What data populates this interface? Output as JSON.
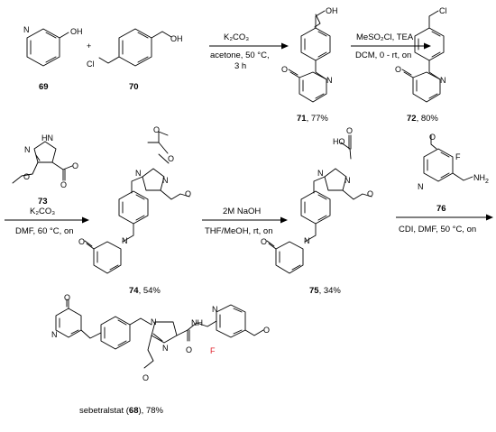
{
  "atoms": {
    "O": "O",
    "OH": "OH",
    "N": "N",
    "Cl": "Cl",
    "HN": "HN",
    "NH": "NH",
    "NH2": "NH",
    "NH2_sub": "2",
    "F": "F",
    "plus": "+",
    "HO": "HO"
  },
  "compounds": [
    {
      "id": "69",
      "number": "69",
      "yield": ""
    },
    {
      "id": "70",
      "number": "70",
      "yield": ""
    },
    {
      "id": "71",
      "number": "71",
      "yield": ", 77%"
    },
    {
      "id": "72",
      "number": "72",
      "yield": ", 80%"
    },
    {
      "id": "73",
      "number": "73",
      "yield": ""
    },
    {
      "id": "74",
      "number": "74",
      "yield": ", 54%"
    },
    {
      "id": "75",
      "number": "75",
      "yield": ", 34%"
    },
    {
      "id": "76",
      "number": "76",
      "yield": ""
    }
  ],
  "product": {
    "name": "sebetralstat (",
    "number": "68",
    "suffix": "), 78%"
  },
  "steps": [
    {
      "above": "K₂CO₃",
      "below1": "acetone, 50 °C,",
      "below2": "3 h"
    },
    {
      "above": "MeSO₂Cl, TEA",
      "below1": "DCM, 0  - rt, on",
      "below2": ""
    },
    {
      "above": "K₂CO₃",
      "below1": "DMF, 60 °C, on",
      "below2": ""
    },
    {
      "above": "2M NaOH",
      "below1": "THF/MeOH, rt, on",
      "below2": ""
    },
    {
      "above": "",
      "below1": "CDI, DMF, 50 °C, on",
      "below2": ""
    }
  ]
}
